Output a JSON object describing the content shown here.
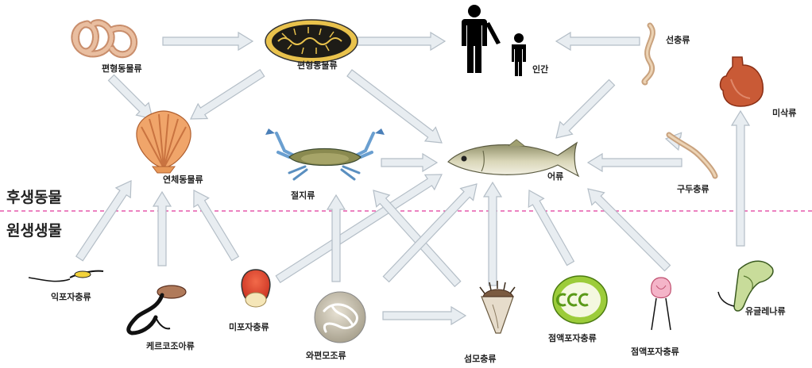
{
  "sections": {
    "upper": "후생동물",
    "lower": "원생생물"
  },
  "nodes": {
    "nemertean": "편형동물류",
    "flatworm": "편형동물류",
    "human": "인간",
    "nematode_top": "선충류",
    "pottery": "미삭류",
    "mollusc": "연체동물류",
    "crab": "절지류",
    "fish": "어류",
    "acanthocephala": "구두충류",
    "kinetoplastid": "익포자충류",
    "cercozoa": "케르코조아류",
    "apicomplexa": "미포자충류",
    "haplosporidia": "와편모조류",
    "dinoflagellate": "섬모충류",
    "ciliate": "점액포자충류",
    "microsporidia": "점액포자충류",
    "euglenozoa": "유글레나류"
  },
  "colors": {
    "arrow_fill": "#e8edf1",
    "arrow_stroke": "#b4bec7",
    "divider": "#e0389a"
  }
}
